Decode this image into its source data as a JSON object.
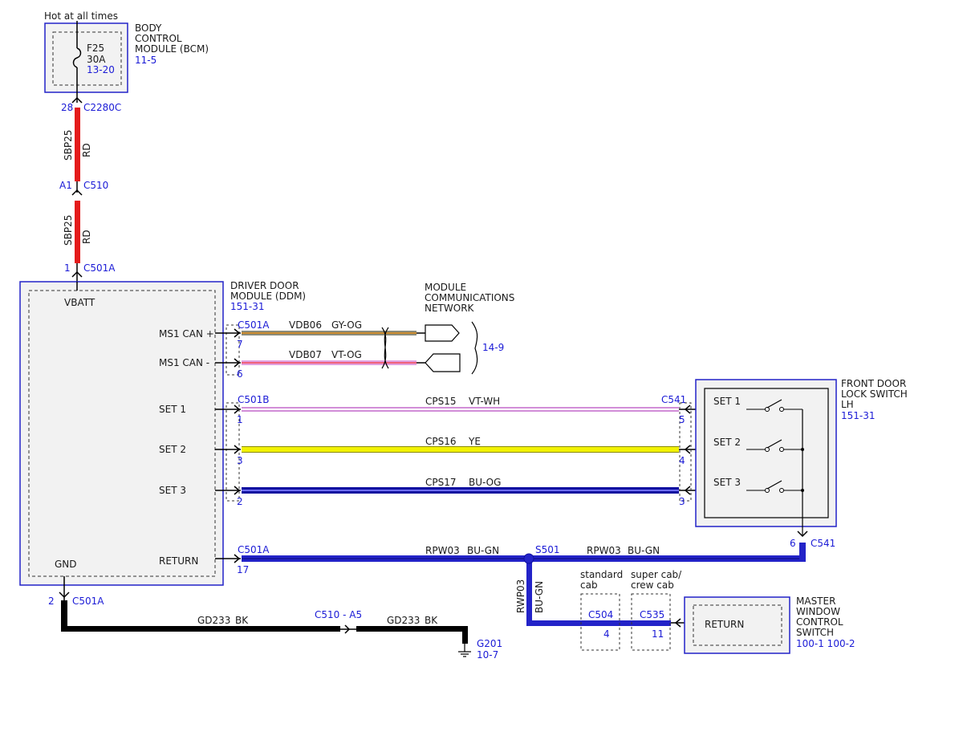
{
  "colors": {
    "red": "#e41b1b",
    "black": "#000000",
    "blue": "#2323c8",
    "darkblue": "#0b0b8a",
    "gy_og_a": "#8a8a7a",
    "gy_og_b": "#c9892c",
    "vt_og_a": "#e0a0e0",
    "vt_og_b": "#f0607a",
    "vt_wh_a": "#d28ed8",
    "vt_wh_b": "#ffffff",
    "ye": "#f2f200",
    "bu_og_a": "#2828c8",
    "bu_og_b": "#1010a0",
    "module_fill": "#f2f2f2",
    "module_border": "#2323c8",
    "label_blue": "#1b1bd6"
  },
  "bcm": {
    "hot_label": "Hot at all times",
    "fuse_name": "F25",
    "fuse_rating": "30A",
    "fuse_ref": "13-20",
    "title_lines": [
      "BODY",
      "CONTROL",
      "MODULE (BCM)"
    ],
    "ref": "11-5"
  },
  "feed": {
    "c2280c_pin": "28",
    "c2280c": "C2280C",
    "seg1_circuit": "SBP25",
    "seg1_color": "RD",
    "c510_pin": "A1",
    "c510": "C510",
    "seg2_circuit": "SBP25",
    "seg2_color": "RD",
    "c501a_pin": "1",
    "c501a": "C501A"
  },
  "ddm": {
    "title_lines": [
      "DRIVER DOOR",
      "MODULE (DDM)"
    ],
    "ref": "151-31",
    "vbatt": "VBATT",
    "gnd": "GND",
    "pins": [
      "MS1 CAN +",
      "MS1 CAN -",
      "SET 1",
      "SET 2",
      "SET 3",
      "RETURN"
    ]
  },
  "network": {
    "title_lines": [
      "MODULE",
      "COMMUNICATIONS",
      "NETWORK"
    ],
    "ref": "14-9",
    "can_conn": "C501A",
    "can_plus_pin": "7",
    "can_plus_circuit": "VDB06",
    "can_plus_color": "GY-OG",
    "can_minus_pin": "6",
    "can_minus_circuit": "VDB07",
    "can_minus_color": "VT-OG"
  },
  "lock_switch": {
    "title_lines": [
      "FRONT DOOR",
      "LOCK SWITCH",
      "LH"
    ],
    "ref": "151-31",
    "left_conn": "C501B",
    "right_conn": "C541",
    "wires": [
      {
        "left_pin": "1",
        "circuit": "CPS15",
        "color": "VT-WH",
        "right_pin": "5",
        "set": "SET 1"
      },
      {
        "left_pin": "3",
        "circuit": "CPS16",
        "color": "YE",
        "right_pin": "4",
        "set": "SET 2"
      },
      {
        "left_pin": "2",
        "circuit": "CPS17",
        "color": "BU-OG",
        "right_pin": "3",
        "set": "SET 3"
      }
    ],
    "return_pin": "6",
    "return_conn": "C541"
  },
  "return_circuit": {
    "conn": "C501A",
    "pin": "17",
    "circuit_left": "RPW03",
    "color_left": "BU-GN",
    "splice": "S501",
    "circuit_right": "RPW03",
    "color_right": "BU-GN",
    "down_circuit": "RWP03",
    "down_color": "BU-GN"
  },
  "inline": {
    "standard_lines": [
      "standard",
      "cab"
    ],
    "standard_conn": "C504",
    "standard_pin": "4",
    "super_lines": [
      "super cab/",
      "crew cab"
    ],
    "super_conn": "C535",
    "super_pin": "11"
  },
  "master_switch": {
    "title_lines": [
      "MASTER",
      "WINDOW",
      "CONTROL",
      "SWITCH"
    ],
    "ref": "100-1 100-2",
    "pin_label": "RETURN"
  },
  "ground": {
    "pin": "2",
    "conn": "C501A",
    "circuit_left": "GD233",
    "color_left": "BK",
    "inline_conn": "C510 - A5",
    "circuit_right": "GD233",
    "color_right": "BK",
    "ground_name": "G201",
    "ground_ref": "10-7"
  }
}
